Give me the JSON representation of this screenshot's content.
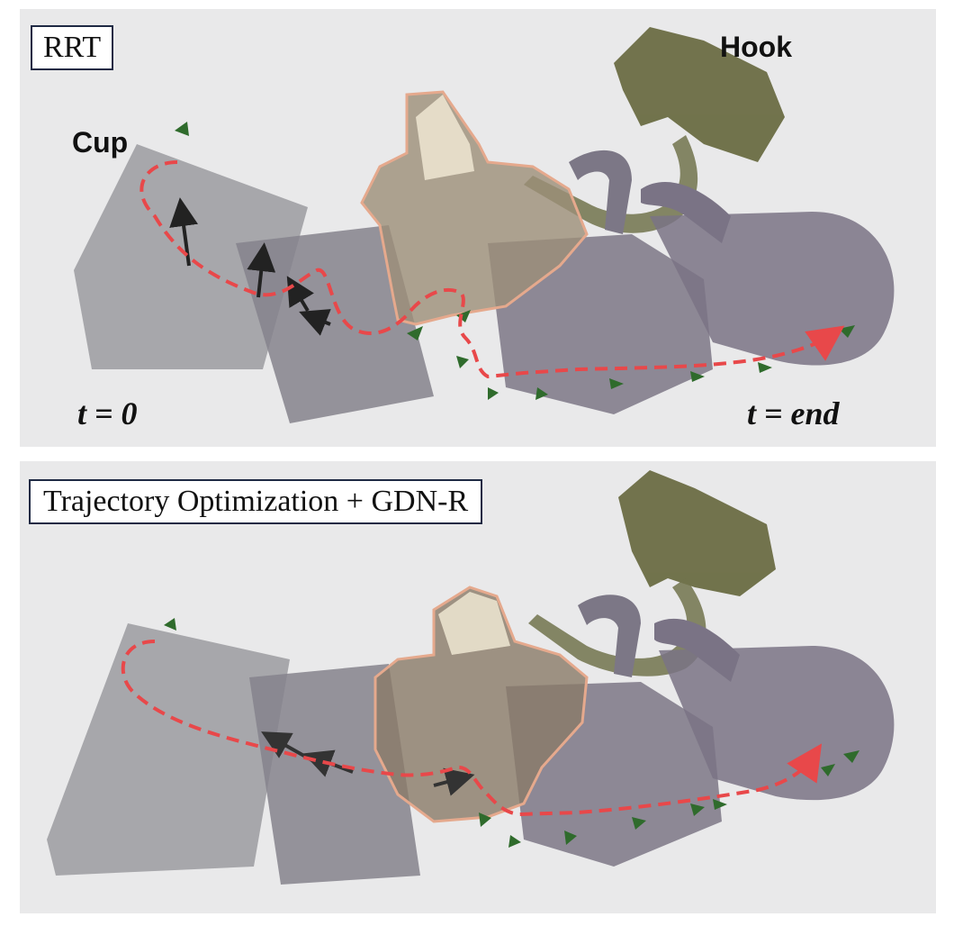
{
  "panels": [
    {
      "method": "RRT",
      "labels": {
        "cup": "Cup",
        "hook": "Hook",
        "t_start": "t = 0",
        "t_end": "t = end"
      }
    },
    {
      "method": "Trajectory Optimization + GDN-R"
    }
  ],
  "colors": {
    "trajectory": "#e8484a",
    "cup": "#8a8794",
    "hook": "#6b6d44",
    "highlight_outline": "#e5a98d",
    "arrow": "#2f6b2c",
    "background": "#e9e9ea"
  }
}
